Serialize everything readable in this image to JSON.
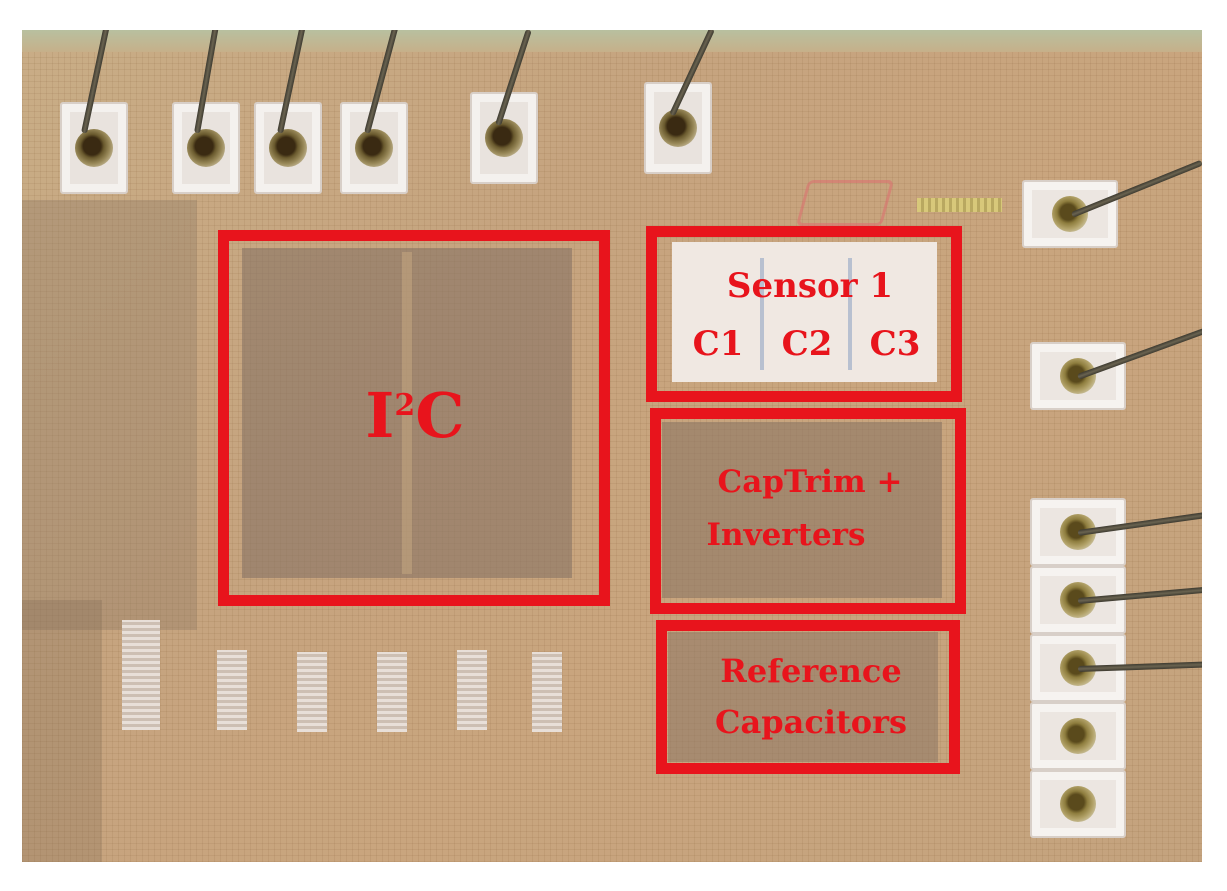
{
  "image": {
    "kind": "micrograph of a chip die with bonded pads",
    "highlight_color": "#e8141c"
  },
  "regions": {
    "i2c": {
      "label_main": "I",
      "label_sup": "2",
      "label_tail": "C"
    },
    "sensor": {
      "title": "Sensor 1",
      "c1": "C1",
      "c2": "C2",
      "c3": "C3"
    },
    "captrim": {
      "line1": "CapTrim +",
      "line2": "Inverters"
    },
    "reference": {
      "line1": "Reference",
      "line2": "Capacitors"
    }
  }
}
